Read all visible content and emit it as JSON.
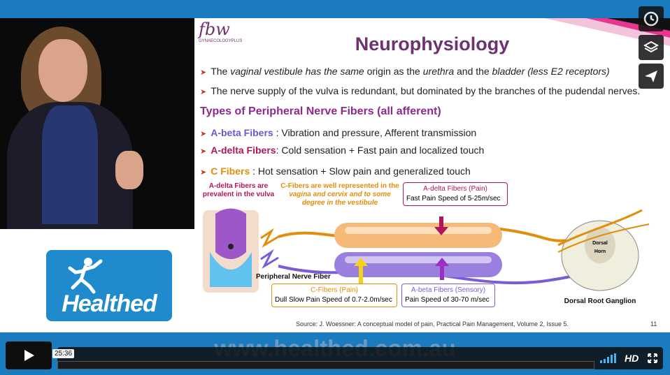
{
  "slide": {
    "logo": "fbw",
    "logo_sub": "GYNAECOLOGYPLUS",
    "title": "Neurophysiology",
    "bullet1_a": "The ",
    "bullet1_b": "vaginal vestibule",
    "bullet1_c": " has the same",
    "bullet1_d": " origin as the ",
    "bullet1_e": "urethra",
    "bullet1_f": " and the ",
    "bullet1_g": "bladder (less E2 receptors)",
    "bullet2": "The nerve supply of the vulva is redundant, but dominated by the branches of the pudendal nerves.",
    "subheading": "Types of Peripheral Nerve Fibers (all afferent)",
    "fiber1_label": "A-beta Fibers",
    "fiber1_text": " : Vibration and pressure, Afferent transmission",
    "fiber2_label": "A-delta Fibers",
    "fiber2_text": ": Cold sensation + Fast pain and localized touch",
    "fiber3_label": "C Fibers",
    "fiber3_text": " : Hot sensation + Slow pain and generalized touch",
    "note_adelta": "A-delta Fibers are prevalent in the vulva",
    "note_cfibers_1": "C-Fibers are well represented in the",
    "note_cfibers_2": "vagina and cervix and to some",
    "note_cfibers_3": "degree in the vestibule",
    "box_adelta_title": "A-delta Fibers (Pain)",
    "box_adelta_text": "Fast Pain Speed of 5-25m/sec",
    "box_c_title": "C-Fibers (Pain)",
    "box_c_text": "Dull Slow Pain Speed of 0.7-2.0m/sec",
    "box_abeta_title": "A-beta Fibers (Sensory)",
    "box_abeta_text": "Pain Speed of 30-70 m/sec",
    "peripheral_label": "Peripheral Nerve Fiber",
    "dorsal_horn": "Dorsal Horn",
    "drg_label": "Dorsal Root Ganglion",
    "source": "Source: J. Woessner: A conceptual model of pain, Practical Pain Management, Volume 2, Issue 5.",
    "page_number": "11"
  },
  "brand_logo": "Healthed",
  "watermark": "www.healthed.com.au",
  "player": {
    "time": "25:36",
    "hd_label": "HD",
    "icons": [
      "clock-icon",
      "layers-icon",
      "send-icon",
      "play-icon",
      "volume-icon",
      "fullscreen-icon"
    ]
  },
  "colors": {
    "accent": "#1a7bbf",
    "slide_title": "#6e3272",
    "fiber_label": "#8e2a8c"
  }
}
